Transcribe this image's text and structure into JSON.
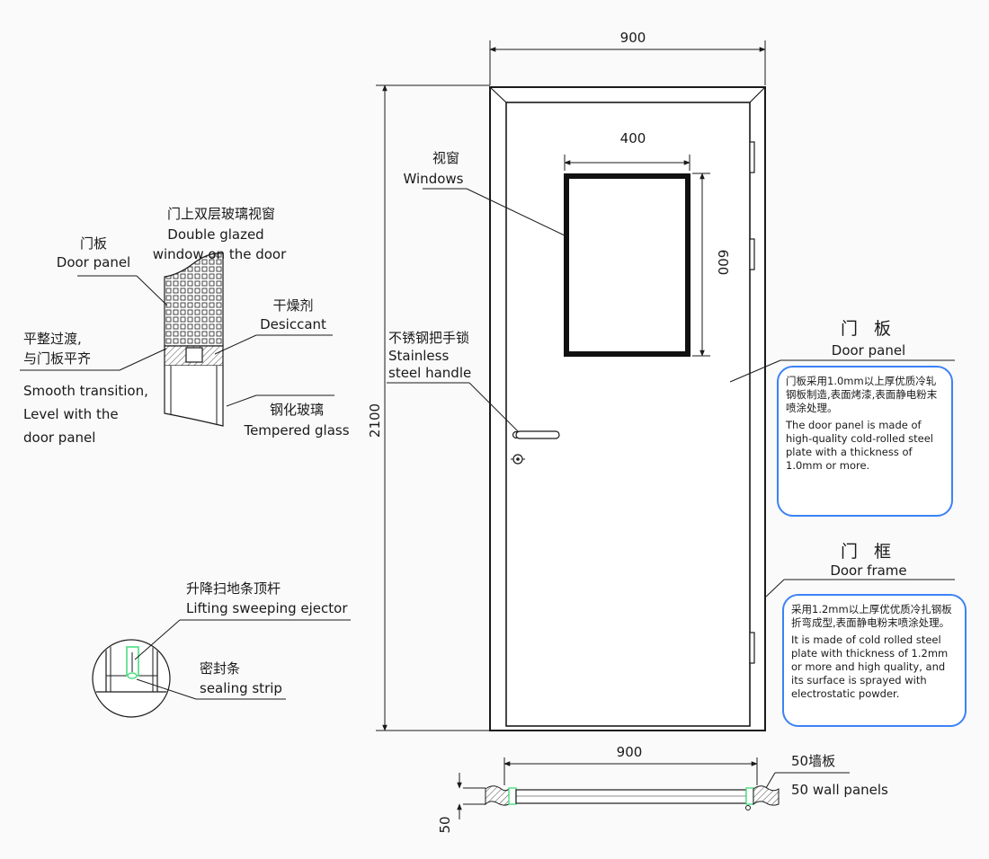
{
  "dimensions": {
    "door_width": "900",
    "door_height": "2100",
    "window_width": "400",
    "window_height": "600",
    "frame_width": "900",
    "wall_thickness": "50"
  },
  "labels": {
    "windows_cn": "视窗",
    "windows_en": "Windows",
    "handle_cn": "不锈钢把手锁",
    "handle_en_1": "Stainless",
    "handle_en_2": "steel handle",
    "glazed_cn": "门上双层玻璃视窗",
    "glazed_en_1": "Double glazed",
    "glazed_en_2": "window on the door",
    "door_panel_cn": "门板",
    "door_panel_en": "Door panel",
    "desiccant_cn": "干燥剂",
    "desiccant_en": "Desiccant",
    "smooth_cn_1": "平整过渡,",
    "smooth_cn_2": "与门板平齐",
    "smooth_en_1": "Smooth transition,",
    "smooth_en_2": "Level with the",
    "smooth_en_3": "door panel",
    "tempered_cn": "钢化玻璃",
    "tempered_en": "Tempered glass",
    "ejector_cn": "升降扫地条顶杆",
    "ejector_en": "Lifting sweeping ejector",
    "seal_cn": "密封条",
    "seal_en": "sealing strip",
    "wall_cn": "50墙板",
    "wall_en": "50 wall panels"
  },
  "callouts": {
    "door_panel": {
      "title_cn": "门 板",
      "title_en": "Door panel",
      "text_cn": "门板采用1.0mm以上厚优质冷轧钢板制造,表面烤漆,表面静电粉末喷涂处理。",
      "text_en": "The door panel is made of high-quality cold-rolled steel plate with a thickness of 1.0mm or more."
    },
    "door_frame": {
      "title_cn": "门 框",
      "title_en": "Door frame",
      "text_cn": "采用1.2mm以上厚优优质冷扎钢板折弯成型,表面静电粉末喷涂处理。",
      "text_en": "It is made of cold rolled steel plate with thickness of 1.2mm or more and high quality, and its surface is sprayed with electrostatic powder."
    }
  },
  "colors": {
    "callout_border": "#3b82f6",
    "seal_green": "#4ade80",
    "line": "#1a1a1a"
  }
}
